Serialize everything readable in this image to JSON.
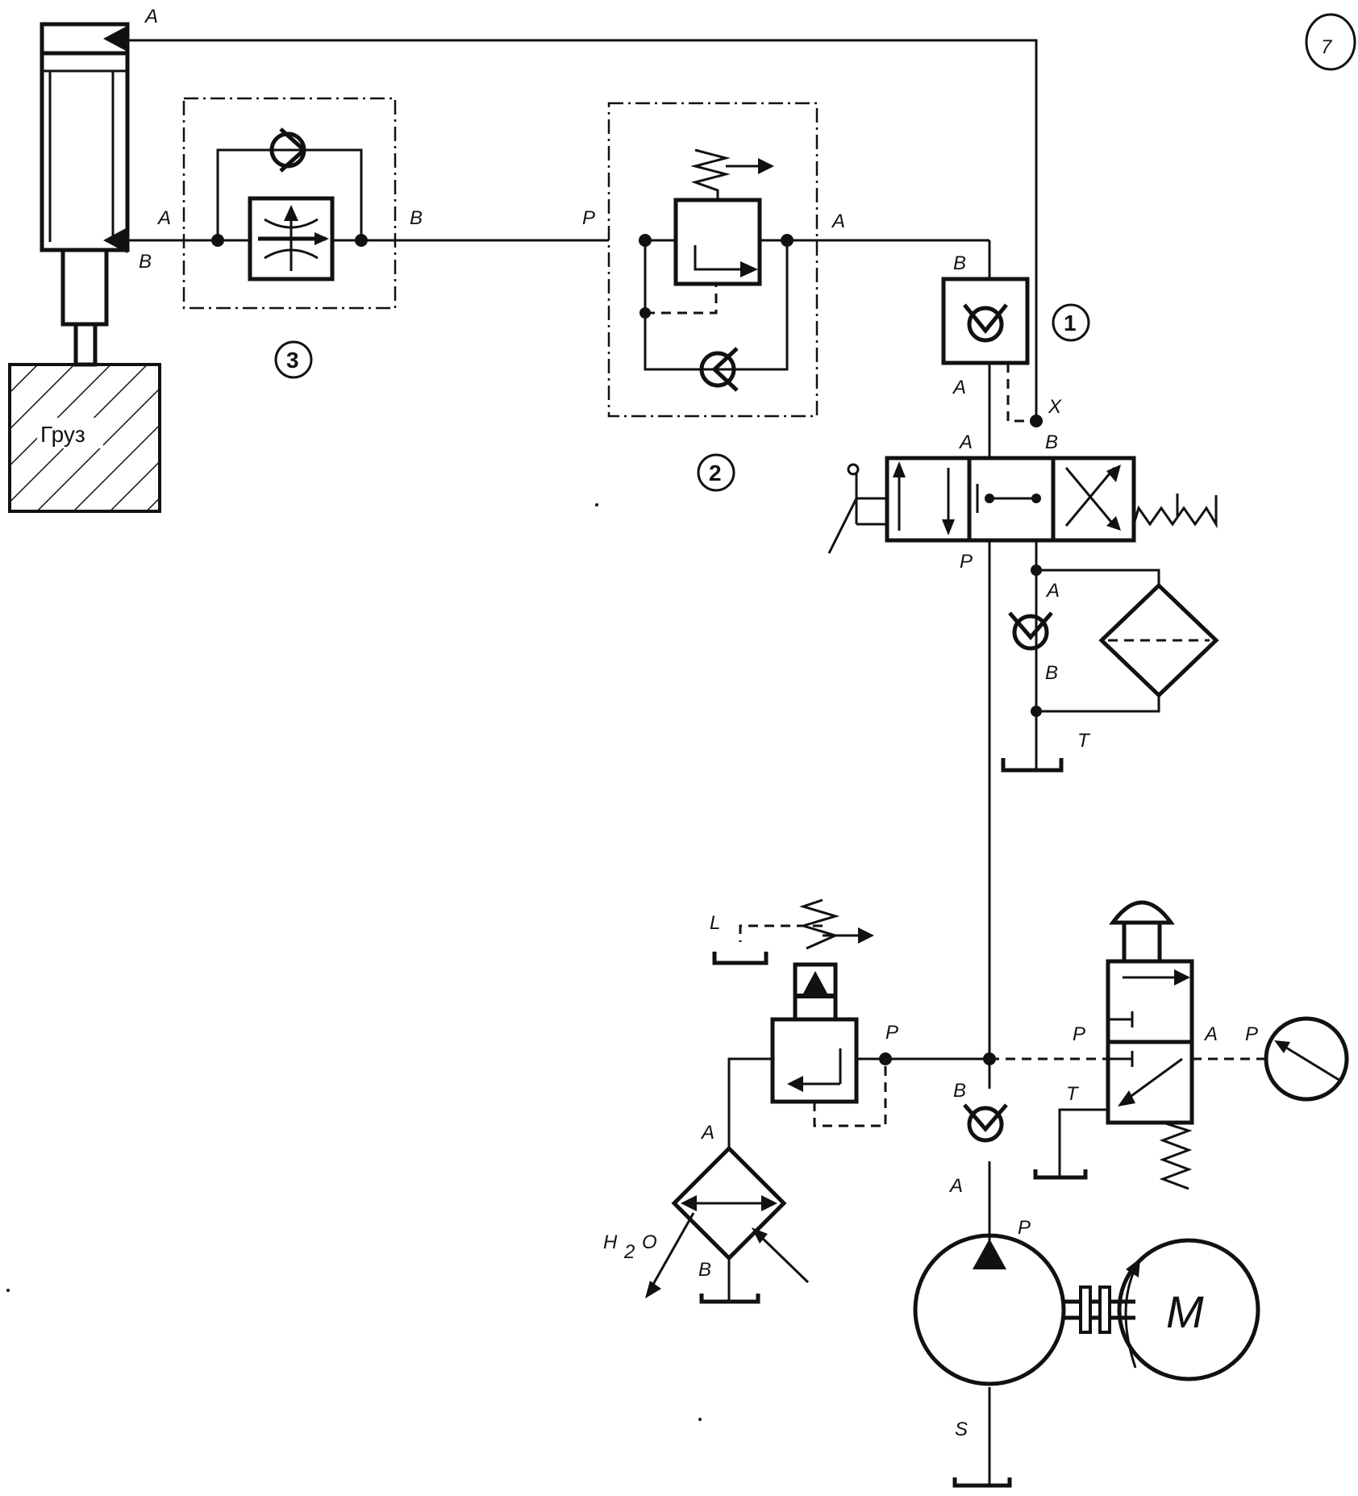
{
  "diagram": {
    "load_label": "Груз",
    "component_numbers": {
      "c1": "1",
      "c2": "2",
      "c3": "3",
      "c7": "7"
    },
    "motor_label": "M",
    "water_label_h": "H",
    "water_label_sub": "2",
    "water_label_o": "O",
    "port_labels": {
      "cyl_a": "A",
      "cyl_b": "B",
      "c3_a": "A",
      "c3_b": "B",
      "c2_p": "P",
      "c2_a": "A",
      "c1_b": "B",
      "c1_a": "A",
      "c1_x": "X",
      "valve_a": "A",
      "valve_b": "B",
      "valve_p": "P",
      "check_r_a": "A",
      "check_r_b": "B",
      "tank_t1": "T",
      "relief_l": "L",
      "relief_p": "P",
      "cooler_a": "A",
      "cooler_b": "B",
      "check_p_b": "B",
      "check_p_a": "A",
      "pump_p": "P",
      "pump_s": "S",
      "gv_p1": "P",
      "gv_a": "A",
      "gv_p2": "P",
      "gv_t": "T"
    }
  }
}
